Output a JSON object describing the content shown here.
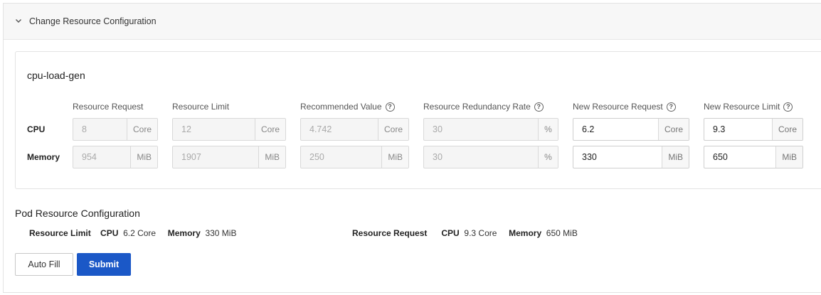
{
  "panel": {
    "title": "Change Resource Configuration"
  },
  "card": {
    "title": "cpu-load-gen",
    "columns": [
      {
        "label": "Resource Request",
        "help": false
      },
      {
        "label": "Resource Limit",
        "help": false
      },
      {
        "label": "Recommended Value",
        "help": true
      },
      {
        "label": "Resource Redundancy Rate",
        "help": true
      },
      {
        "label": "New Resource Request",
        "help": true
      },
      {
        "label": "New Resource Limit",
        "help": true
      }
    ],
    "help_glyph": "?",
    "rows": [
      {
        "label": "CPU",
        "cells": [
          {
            "value": "8",
            "unit": "Core"
          },
          {
            "value": "12",
            "unit": "Core"
          },
          {
            "value": "4.742",
            "unit": "Core"
          },
          {
            "value": "30",
            "unit": "%"
          },
          {
            "value": "6.2",
            "unit": "Core"
          },
          {
            "value": "9.3",
            "unit": "Core"
          }
        ]
      },
      {
        "label": "Memory",
        "cells": [
          {
            "value": "954",
            "unit": "MiB"
          },
          {
            "value": "1907",
            "unit": "MiB"
          },
          {
            "value": "250",
            "unit": "MiB"
          },
          {
            "value": "30",
            "unit": "%"
          },
          {
            "value": "330",
            "unit": "MiB"
          },
          {
            "value": "650",
            "unit": "MiB"
          }
        ]
      }
    ]
  },
  "pod": {
    "title": "Pod Resource Configuration",
    "limit": {
      "label": "Resource Limit",
      "cpu_label": "CPU",
      "cpu_value": "6.2 Core",
      "mem_label": "Memory",
      "mem_value": "330 MiB"
    },
    "request": {
      "label": "Resource Request",
      "cpu_label": "CPU",
      "cpu_value": "9.3 Core",
      "mem_label": "Memory",
      "mem_value": "650 MiB"
    }
  },
  "buttons": {
    "auto_fill": "Auto Fill",
    "submit": "Submit"
  }
}
